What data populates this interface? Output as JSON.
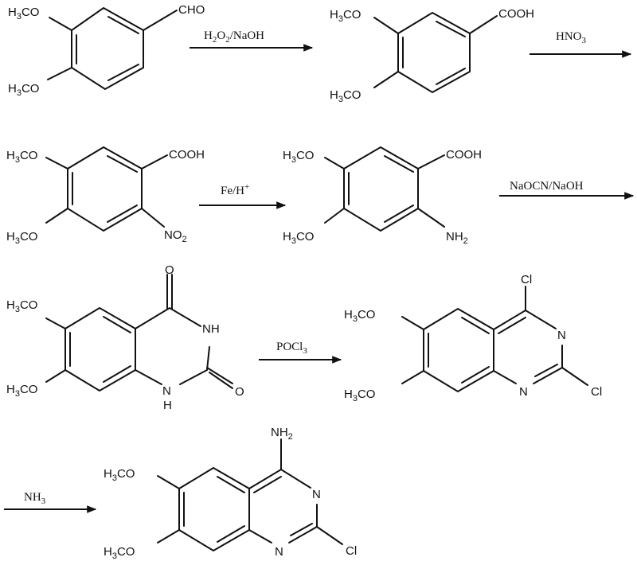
{
  "reagents": {
    "step1": "H2O2/NaOH",
    "step2": "HNO3",
    "step3": "Fe/H+",
    "step4": "NaOCN/NaOH",
    "step5": "POCl3",
    "step6": "NH3"
  },
  "labels": {
    "methoxy_h3co": "H3CO",
    "cho": "CHO",
    "cooh": "COOH",
    "no2": "NO2",
    "nh2": "NH2",
    "nh": "NH",
    "n": "N",
    "cl": "Cl",
    "o": "O",
    "h": "H"
  }
}
